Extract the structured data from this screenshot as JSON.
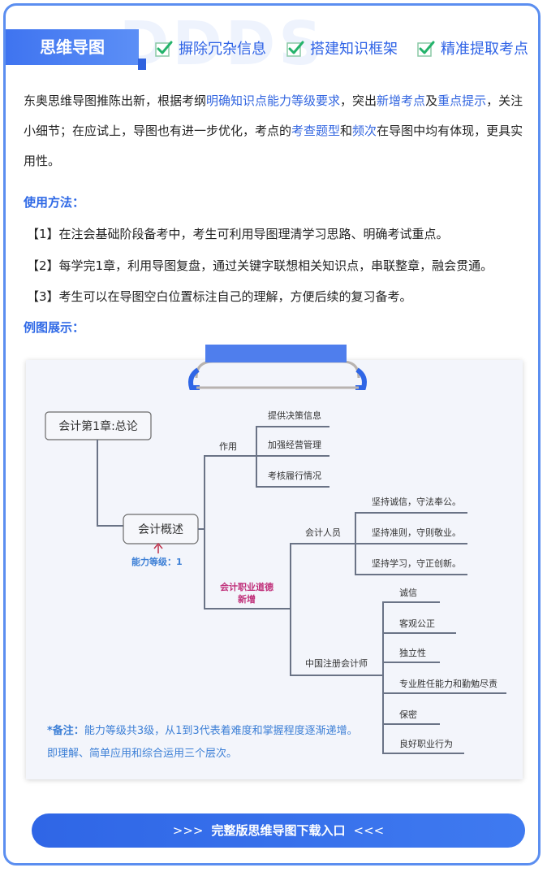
{
  "watermark": "DDDS",
  "header": {
    "title": "思维导图",
    "features": [
      "摒除冗杂信息",
      "搭建知识框架",
      "精准提取考点"
    ]
  },
  "intro": {
    "p1": "东奥思维导图推陈出新，根据考纲",
    "hl1": "明确知识点能力等级要求",
    "p2": "，突出",
    "hl2": "新增考点",
    "p3": "及",
    "hl3": "重点提示",
    "p4": "，关注小细节；在应试上，导图也有进一步优化，考点的",
    "hl4": "考查题型",
    "p5": "和",
    "hl5": "频次",
    "p6": "在导图中均有体现，更具实用性。"
  },
  "usage": {
    "title": "使用方法：",
    "steps": [
      "【1】在注会基础阶段备考中，考生可利用导图理清学习思路、明确考试重点。",
      "【2】每学完1章，利用导图复盘，通过关键字联想相关知识点，串联整章，融会贯通。",
      "【3】考生可以在导图空白位置标注自己的理解，方便后续的复习备考。"
    ]
  },
  "example": {
    "title": "例图展示：",
    "map": {
      "root": "会计第1章:总论",
      "center": "会计概述",
      "ability": "能力等级：1",
      "branch_role": "作用",
      "role_items": [
        "提供决策信息",
        "加强经营管理",
        "考核履行情况"
      ],
      "branch_ethics_1": "会计职业道德",
      "branch_ethics_2": "新增",
      "accountant": "会计人员",
      "accountant_items": [
        "坚持诚信，守法奉公。",
        "坚持准则，守则敬业。",
        "坚持学习，守正创新。"
      ],
      "cpa": "中国注册会计师",
      "cpa_items": [
        "诚信",
        "客观公正",
        "独立性",
        "专业胜任能力和勤勉尽责",
        "保密",
        "良好职业行为"
      ]
    },
    "note_label": "*备注：",
    "note_text": "能力等级共3级，从1到3代表着难度和掌握程度逐渐递增。即理解、简单应用和综合运用三个层次。"
  },
  "cta": {
    "left": ">>>",
    "label": "完整版思维导图下载入口",
    "right": "<<<"
  },
  "colors": {
    "accent": "#3f74f0",
    "highlight": "#3366e0",
    "ethics": "#c0307a",
    "note": "#3c7fd6"
  }
}
